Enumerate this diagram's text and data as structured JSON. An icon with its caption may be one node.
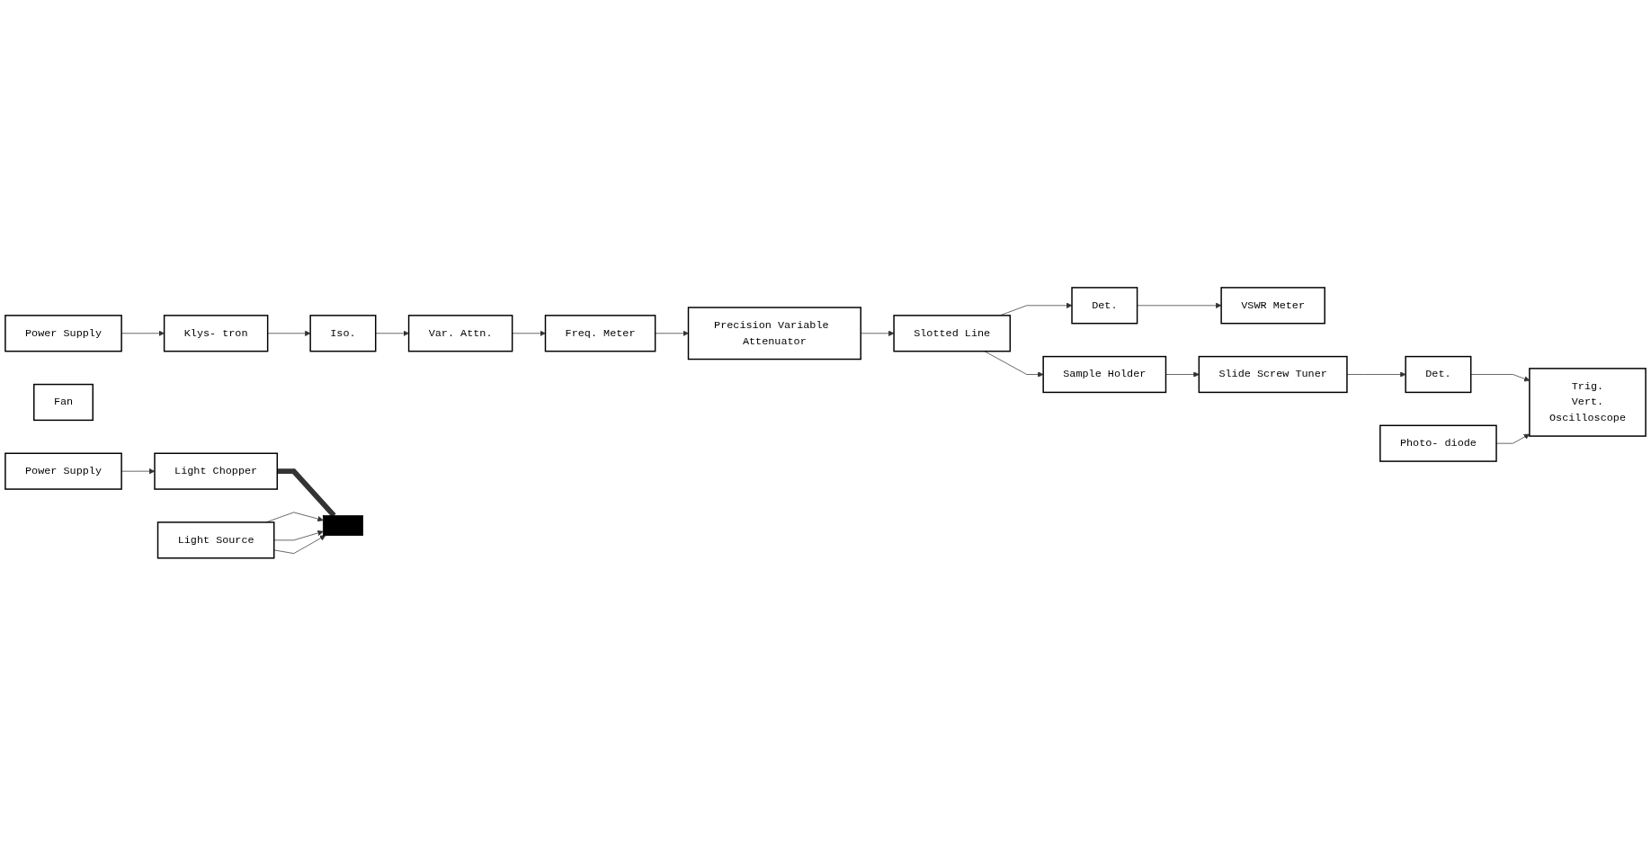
{
  "diagram": {
    "nodes": [
      {
        "text": [
          "Power Supply"
        ]
      },
      {
        "text": [
          "Klys- tron"
        ]
      },
      {
        "text": [
          "Iso."
        ]
      },
      {
        "text": [
          "Var. Attn."
        ]
      },
      {
        "text": [
          "Freq. Meter"
        ]
      },
      {
        "text": [
          "Precision Variable Attenuator"
        ]
      },
      {
        "text": [
          "Slotted Line"
        ]
      },
      {
        "text": [
          "Det."
        ]
      },
      {
        "text": [
          "VSWR Meter"
        ]
      },
      {
        "text": [
          "Sample Holder"
        ]
      },
      {
        "text": [
          "Slide Screw Tuner"
        ]
      },
      {
        "text": [
          "Det."
        ]
      },
      {
        "text": [
          "Fan"
        ]
      },
      {
        "text": [
          "Photo- diode"
        ]
      },
      {
        "text": [
          "Trig.",
          "Vert.",
          "Oscilloscope"
        ]
      },
      {
        "text": [
          "Power Supply"
        ]
      },
      {
        "text": [
          "Light Chopper"
        ]
      },
      {
        "text": [
          "Light Source"
        ]
      },
      {
        "text": [],
        "shape": "bar"
      }
    ],
    "edges": [
      {
        "from": 0,
        "to": 1,
        "arrow": "to"
      },
      {
        "from": 1,
        "to": 2,
        "arrow": "to"
      },
      {
        "from": 2,
        "to": 3,
        "arrow": "to"
      },
      {
        "from": 3,
        "to": 4,
        "arrow": "to"
      },
      {
        "from": 4,
        "to": 5,
        "arrow": "to"
      },
      {
        "from": 5,
        "to": 6,
        "arrow": "to"
      },
      {
        "from": 6,
        "to": 7,
        "arrow": "to"
      },
      {
        "from": 7,
        "to": 8,
        "arrow": "to"
      },
      {
        "from": 6,
        "to": 9,
        "arrow": "to"
      },
      {
        "from": 9,
        "to": 10,
        "arrow": "to"
      },
      {
        "from": 10,
        "to": 11,
        "arrow": "to"
      },
      {
        "from": 11,
        "to": 14,
        "arrow": "to"
      },
      {
        "from": 13,
        "to": 14,
        "arrow": "to"
      },
      {
        "from": 15,
        "to": 16,
        "arrow": "to"
      },
      {
        "from": 16,
        "to": 18,
        "arrow": "none",
        "style": "thick"
      },
      {
        "from": 17,
        "to": 18,
        "arrow": "to"
      },
      {
        "from": 17,
        "to": 18,
        "arrow": "to"
      },
      {
        "from": 17,
        "to": 18,
        "arrow": "to"
      }
    ]
  }
}
